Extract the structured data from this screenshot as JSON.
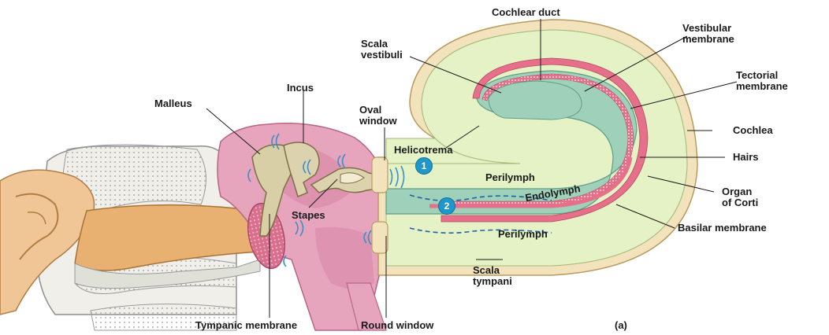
{
  "labels": {
    "cochlear_duct": "Cochlear duct",
    "vestibular_membrane_1": "Vestibular",
    "vestibular_membrane_2": "membrane",
    "scala_vestibuli_1": "Scala",
    "scala_vestibuli_2": "vestibuli",
    "tectorial_membrane_1": "Tectorial",
    "tectorial_membrane_2": "membrane",
    "incus": "Incus",
    "malleus": "Malleus",
    "oval_window_1": "Oval",
    "oval_window_2": "window",
    "cochlea": "Cochlea",
    "helicotrema": "Helicotrema",
    "hairs": "Hairs",
    "perilymph_upper": "Perilymph",
    "endolymph": "Endolymph",
    "organ_of_corti_1": "Organ",
    "organ_of_corti_2": "of Corti",
    "stapes": "Stapes",
    "perilymph_lower": "Perilymph",
    "basilar_membrane": "Basilar membrane",
    "scala_tympani_1": "Scala",
    "scala_tympani_2": "tympani",
    "tympanic_membrane": "Tympanic membrane",
    "round_window": "Round window",
    "panel_letter": "(a)"
  },
  "markers": {
    "step_1": "1",
    "step_2": "2"
  },
  "colors": {
    "perilymph_fill": "#e4f2c6",
    "endolymph_fill": "#9fd0b9",
    "cochlea_wall": "#f3e3bc",
    "basilar_pink": "#e6708a",
    "middle_ear_pink": "#e6a4bd",
    "bone_fill": "#ddd2ae",
    "skin_fill": "#f0c696",
    "marker_blue": "#1f97c9",
    "wave_blue": "#3b8fc9"
  }
}
